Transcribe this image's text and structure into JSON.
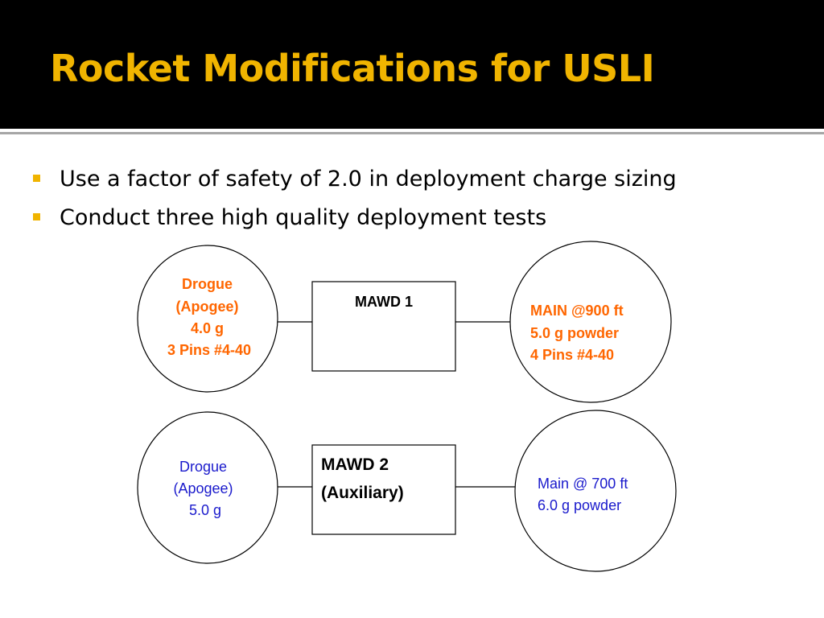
{
  "slide": {
    "title": "Rocket Modifications for USLI",
    "bullets": [
      "Use a factor of safety of 2.0 in deployment charge sizing",
      "Conduct three high quality deployment tests"
    ]
  },
  "diagram": {
    "rows": [
      {
        "left": {
          "lines": [
            "Drogue",
            "(Apogee)",
            "4.0 g",
            "3 Pins #4-40"
          ],
          "color": "#ff6600"
        },
        "box": {
          "lines": [
            "MAWD 1"
          ]
        },
        "right": {
          "lines": [
            "MAIN @900 ft",
            "5.0 g powder",
            "4 Pins #4-40"
          ],
          "color": "#ff6600"
        }
      },
      {
        "left": {
          "lines": [
            "Drogue",
            "(Apogee)",
            "5.0 g"
          ],
          "color": "#1a1acc"
        },
        "box": {
          "lines": [
            "MAWD 2",
            "(Auxiliary)"
          ]
        },
        "right": {
          "lines": [
            "Main @ 700 ft",
            "6.0 g powder"
          ],
          "color": "#1a1acc"
        }
      }
    ]
  }
}
